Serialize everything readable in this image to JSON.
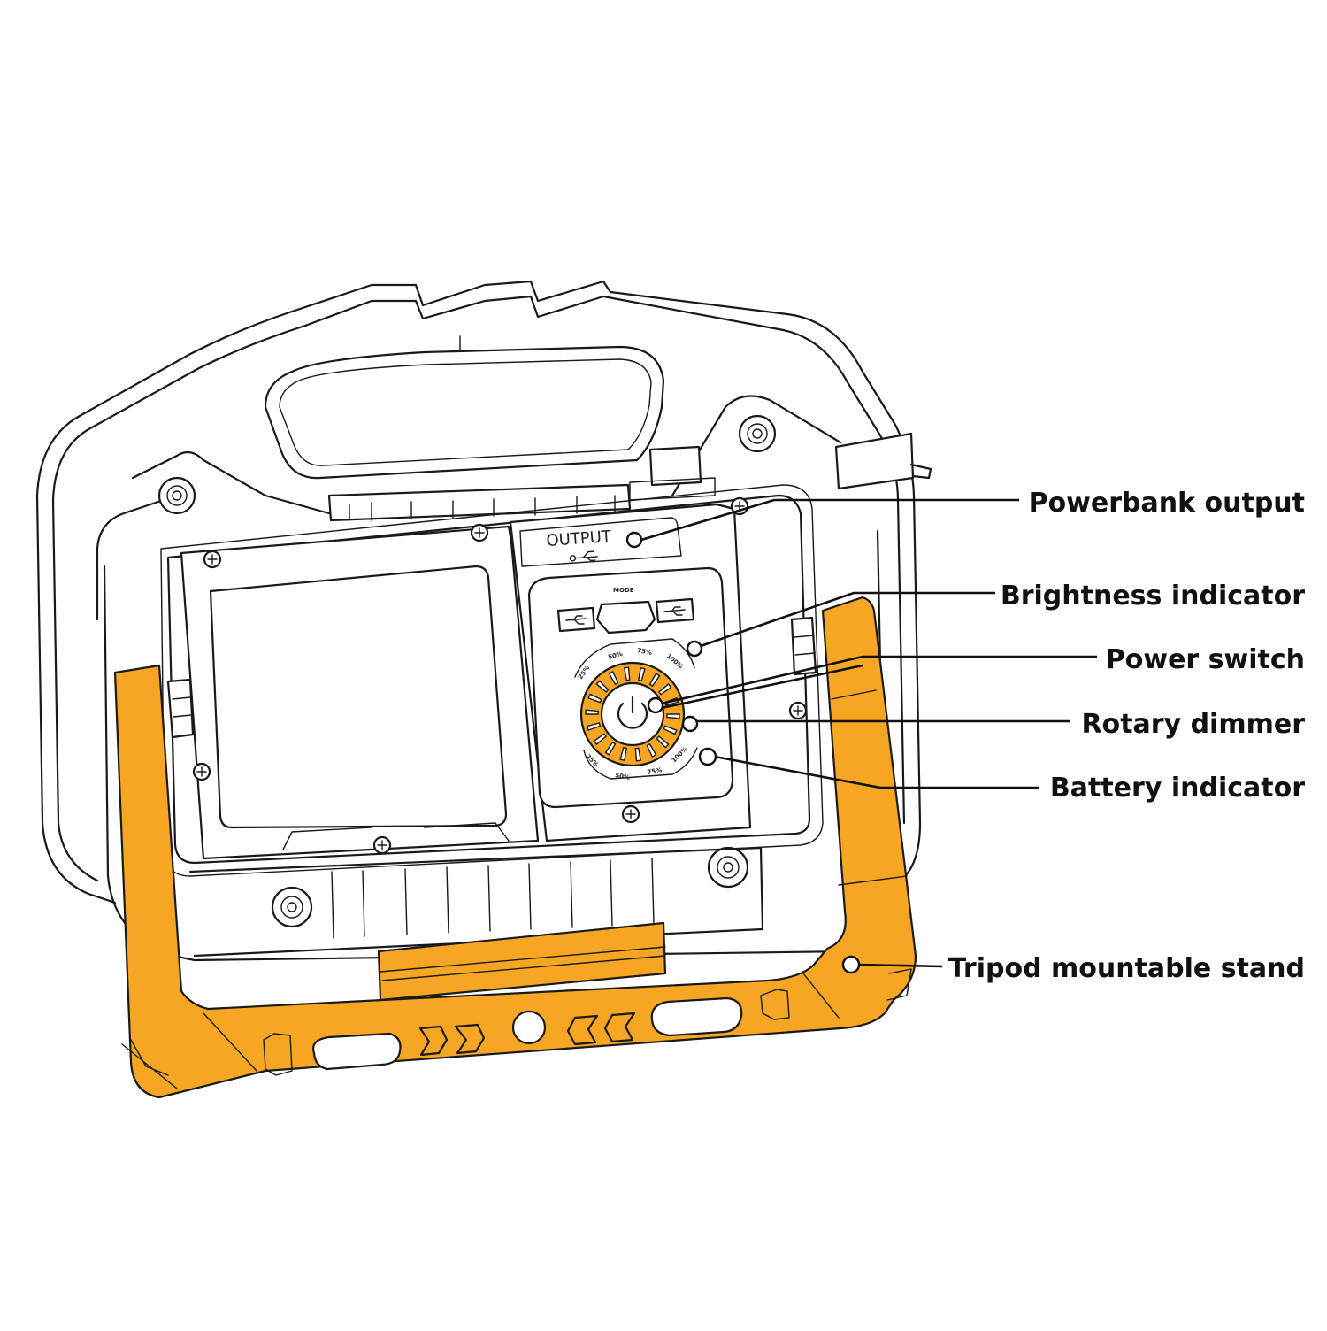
{
  "colors": {
    "accent": "#F6A623",
    "line": "#1a1a1a"
  },
  "device": {
    "output_label": "OUTPUT",
    "mode_label": "MODE",
    "icons": [
      "usb-icon",
      "power-icon",
      "screw-icon"
    ]
  },
  "callouts": [
    {
      "id": "powerbank-output",
      "label": "Powerbank output"
    },
    {
      "id": "brightness-indicator",
      "label": "Brightness indicator"
    },
    {
      "id": "power-switch",
      "label": "Power switch"
    },
    {
      "id": "rotary-dimmer",
      "label": "Rotary dimmer"
    },
    {
      "id": "battery-indicator",
      "label": "Battery indicator"
    },
    {
      "id": "tripod-stand",
      "label": "Tripod mountable stand"
    }
  ]
}
